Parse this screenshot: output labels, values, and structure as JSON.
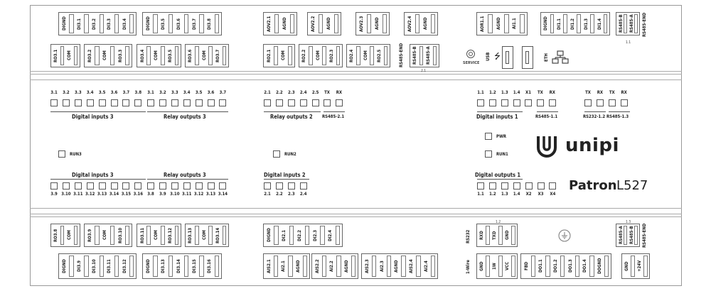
{
  "top_terminals": {
    "di3_top": [
      "DIGND",
      "DI3.1",
      "DI3.2",
      "DI3.3",
      "DI3.4"
    ],
    "di3_top2": [
      "DIGND",
      "DI3.5",
      "DI3.6",
      "DI3.7",
      "DI3.8"
    ],
    "ro3_a": [
      "RO3.1",
      "COM"
    ],
    "ro3_b": [
      "RO3.2",
      "COM",
      "RO3.3"
    ],
    "ro3_c": [
      "RO3.4",
      "COM",
      "RO3.5"
    ],
    "ro3_d": [
      "RO3.6",
      "COM",
      "RO3.7"
    ],
    "aov21": [
      "AOV2.1",
      "AGND"
    ],
    "aov22": [
      "AOV2.2",
      "AGND"
    ],
    "aov23": [
      "AOV2.3",
      "AGND"
    ],
    "aov24": [
      "AOV2.4",
      "AGND"
    ],
    "ro2_a": [
      "RO2.1",
      "COM"
    ],
    "ro2_b": [
      "RO2.2",
      "COM",
      "RO2.3"
    ],
    "ro2_c": [
      "RO2.4",
      "COM",
      "RO2.5"
    ],
    "rs485_2end": "RS485-END",
    "rs485_2": [
      "RS485-B",
      "RS485-A"
    ],
    "rs485_2_sub": "2.1",
    "aor": [
      "AOR1.1",
      "AGND",
      "AI1.1"
    ],
    "di1": [
      "DIGND",
      "DI1.1",
      "DI1.2",
      "DI1.3",
      "DI1.4"
    ],
    "rs485_1": [
      "RS485-B",
      "RS485-A"
    ],
    "rs485_1end": "RS485-END",
    "rs485_1_sub": "1.1",
    "service": "SERVICE",
    "usb": "USB",
    "eth": "ETH"
  },
  "mid": {
    "row1_left_nums": [
      "3.1",
      "3.2",
      "3.3",
      "3.4",
      "3.5",
      "3.6",
      "3.7",
      "3.8"
    ],
    "row1_mid_nums": [
      "3.1",
      "3.2",
      "3.3",
      "3.4",
      "3.5",
      "3.6",
      "3.7"
    ],
    "row1_ro2_nums": [
      "2.1",
      "2.2",
      "2.3",
      "2.4",
      "2.5"
    ],
    "row1_rs2_nums": [
      "TX",
      "RX"
    ],
    "row1_di1_nums": [
      "1.1",
      "1.2",
      "1.3",
      "1.4"
    ],
    "row1_rs11_nums": [
      "X1",
      "TX",
      "RX"
    ],
    "row1_rs232_nums": [
      "TX",
      "RX",
      "TX",
      "RX"
    ],
    "label_di3": "Digital inputs 3",
    "label_ro3": "Relay outputs 3",
    "label_ro2": "Relay outputs 2",
    "label_rs2": "RS485-2.1",
    "label_di1": "Digital inputs 1",
    "label_rs11": "RS485-1.1",
    "label_rs232": "RS232-1.2",
    "label_rs13": "RS485-1.3",
    "run3": "RUN3",
    "run2": "RUN2",
    "pwr": "PWR",
    "run1": "RUN1",
    "brand": "unipi",
    "model_bold": "Patron",
    "model_num": "L527",
    "label_di3b": "Digital inputs 3",
    "label_ro3b": "Relay outputs 3",
    "label_di2": "Digital inputs 2",
    "label_do1": "Digital outputs 1",
    "row2_left_nums": [
      "3.9",
      "3.10",
      "3.11",
      "3.12",
      "3.13",
      "3.14",
      "3.15",
      "3.16"
    ],
    "row2_mid_nums": [
      "3.8",
      "3.9",
      "3.10",
      "3.11",
      "3.12",
      "3.13",
      "3.14"
    ],
    "row2_di2_nums": [
      "2.1",
      "2.2",
      "2.3",
      "2.4"
    ],
    "row2_do1_nums": [
      "1.1",
      "1.2",
      "1.3",
      "1.4",
      "X2",
      "X3",
      "X4"
    ]
  },
  "bottom_terminals": {
    "ro3_e": [
      "RO3.8",
      "COM"
    ],
    "ro3_f": [
      "RO3.9",
      "COM",
      "RO3.10"
    ],
    "ro3_g": [
      "RO3.11",
      "COM",
      "RO3.12"
    ],
    "ro3_h": [
      "RO3.13",
      "COM",
      "RO3.14"
    ],
    "di3_b1": [
      "DIGND",
      "DI3.9",
      "DI3.10",
      "DI3.11",
      "DI3.12"
    ],
    "di3_b2": [
      "DIGND",
      "DI3.13",
      "DI3.14",
      "DI3.15",
      "DI3.16"
    ],
    "di2": [
      "DIGND",
      "DI2.1",
      "DI2.2",
      "DI2.3",
      "DI2.4"
    ],
    "ai_a": [
      "AIS2.1",
      "AI2.1",
      "AGND"
    ],
    "ai_b": [
      "AIS2.2",
      "AI2.2",
      "AGND"
    ],
    "ai_c": [
      "AIS2.3",
      "AI2.3",
      "AGND",
      "AIS2.4",
      "AI2.4"
    ],
    "rs232": [
      "RXD",
      "TXD",
      "GND"
    ],
    "rs232_side": "RS232",
    "rs232_sub": "1.2",
    "onewire": [
      "GND",
      "1W",
      "VCC"
    ],
    "onewire_side": "1-Wire",
    "do1": [
      "FBD",
      "DO1.1",
      "DO1.2",
      "DO1.3",
      "DO1.4",
      "DOGND"
    ],
    "rs485_3": [
      "RS485-A",
      "RS485-B"
    ],
    "rs485_3end": "RS485-END",
    "rs485_3_sub": "1.3",
    "pwr": [
      "GND",
      "+24V"
    ]
  }
}
